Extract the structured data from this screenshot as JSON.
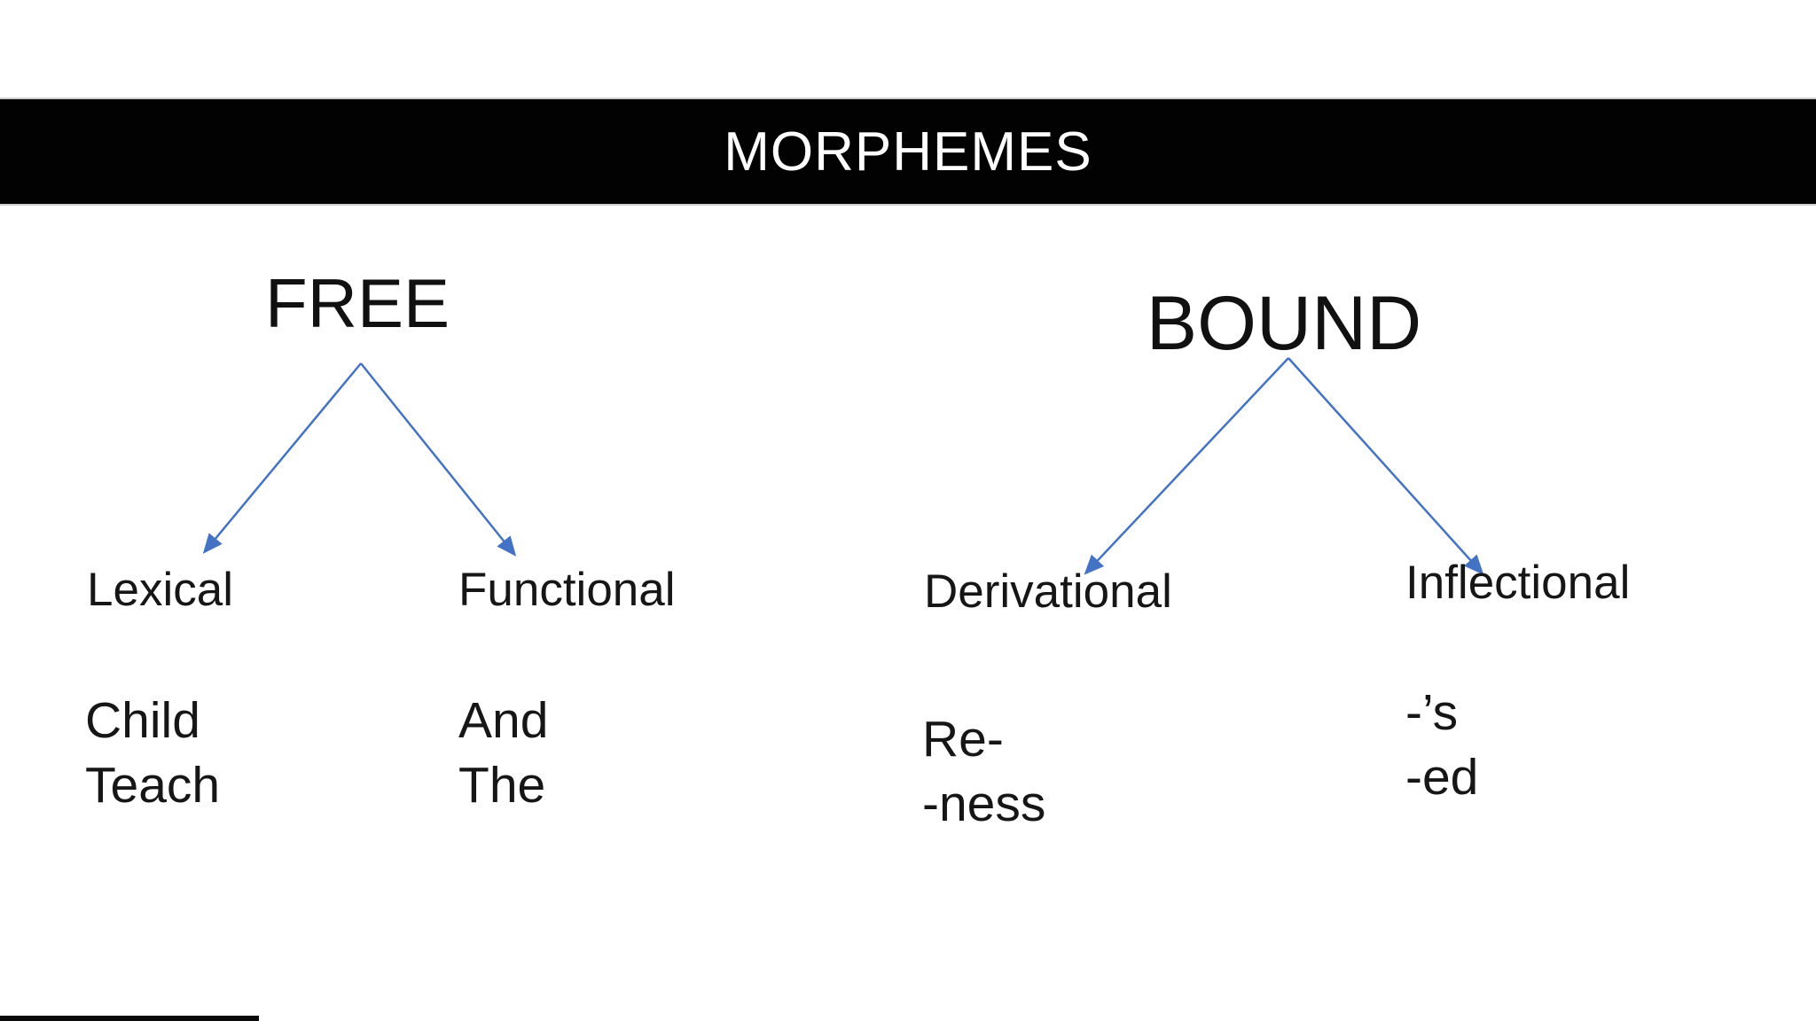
{
  "title_banner": {
    "text": "MORPHEMES"
  },
  "tree": {
    "branches": [
      {
        "root": "FREE",
        "children": [
          {
            "label": "Lexical",
            "examples": [
              "Child",
              "Teach"
            ]
          },
          {
            "label": "Functional",
            "examples": [
              "And",
              "The"
            ]
          }
        ]
      },
      {
        "root": "BOUND",
        "children": [
          {
            "label": "Derivational",
            "examples": [
              "Re-",
              "-ness"
            ]
          },
          {
            "label": "Inflectional",
            "examples": [
              "-’s",
              "-ed"
            ]
          }
        ]
      }
    ]
  },
  "colors": {
    "banner_background": "#000000",
    "banner_text": "#FFFFFF",
    "body_text": "#161616",
    "arrow_blue": "#4472C4"
  }
}
